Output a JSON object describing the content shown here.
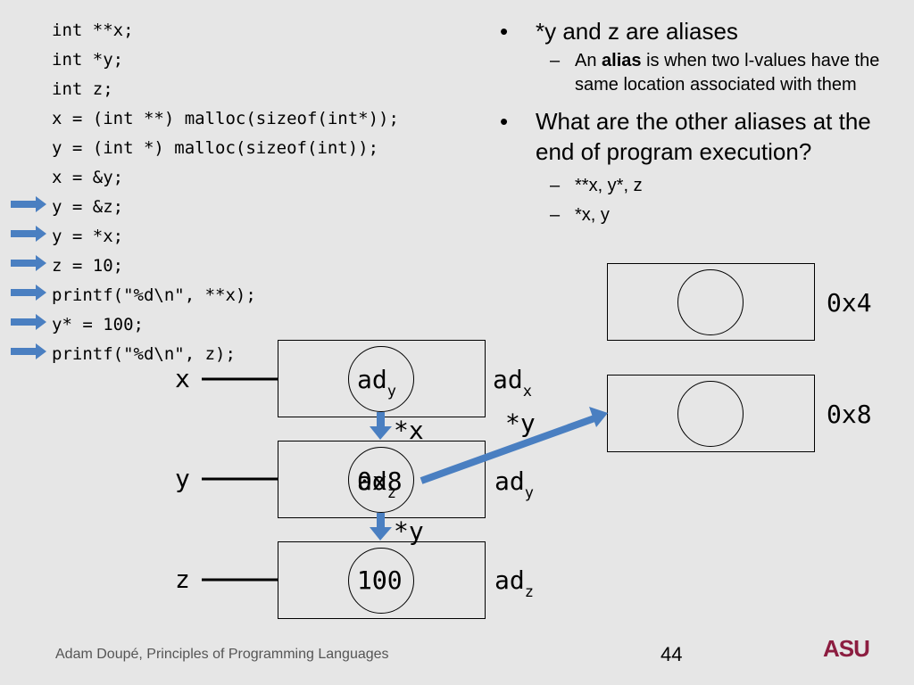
{
  "code_lines": [
    "int **x;",
    "int *y;",
    "int z;",
    "x = (int **) malloc(sizeof(int*));",
    "y = (int *) malloc(sizeof(int));",
    "x = &y;",
    "y = &z;",
    "y = *x;",
    "z = 10;",
    "printf(\"%d\\n\", **x);",
    "y* = 100;",
    "printf(\"%d\\n\", z);"
  ],
  "bullets": {
    "b1": "*y and z are aliases",
    "b1_sub_prefix": "An ",
    "b1_sub_bold": "alias",
    "b1_sub_suffix": " is when two l-values have the same location associated with them",
    "b2": "What are the other aliases at the end of program execution?",
    "b2_sub1": "**x, y*, z",
    "b2_sub2": "*x, y",
    "bullet_char": "•",
    "dash_char": "–"
  },
  "diagram": {
    "var_x": "x",
    "var_y": "y",
    "var_z": "z",
    "cell_x_value": "ad",
    "cell_x_value_sub": "y",
    "cell_y_value_a": "ad",
    "cell_y_value_a_sub": "z",
    "cell_y_value_b": "0x8",
    "cell_z_value_a": "10",
    "cell_z_value_b": "100",
    "addr_x": "ad",
    "addr_x_sub": "x",
    "addr_y": "ad",
    "addr_y_sub": "y",
    "addr_z": "ad",
    "addr_z_sub": "z",
    "label_star_x": "*x",
    "label_star_y_top": "*y",
    "label_star_y_bottom": "*y",
    "heap_addr_1": "0x4",
    "heap_addr_2": "0x8"
  },
  "footer": {
    "text": "Adam Doupé, Principles of Programming Languages",
    "page": "44",
    "logo": "ASU"
  },
  "colors": {
    "arrow": "#4a7fc1",
    "background": "#e6e6e6",
    "logo": "#8c1d40"
  }
}
